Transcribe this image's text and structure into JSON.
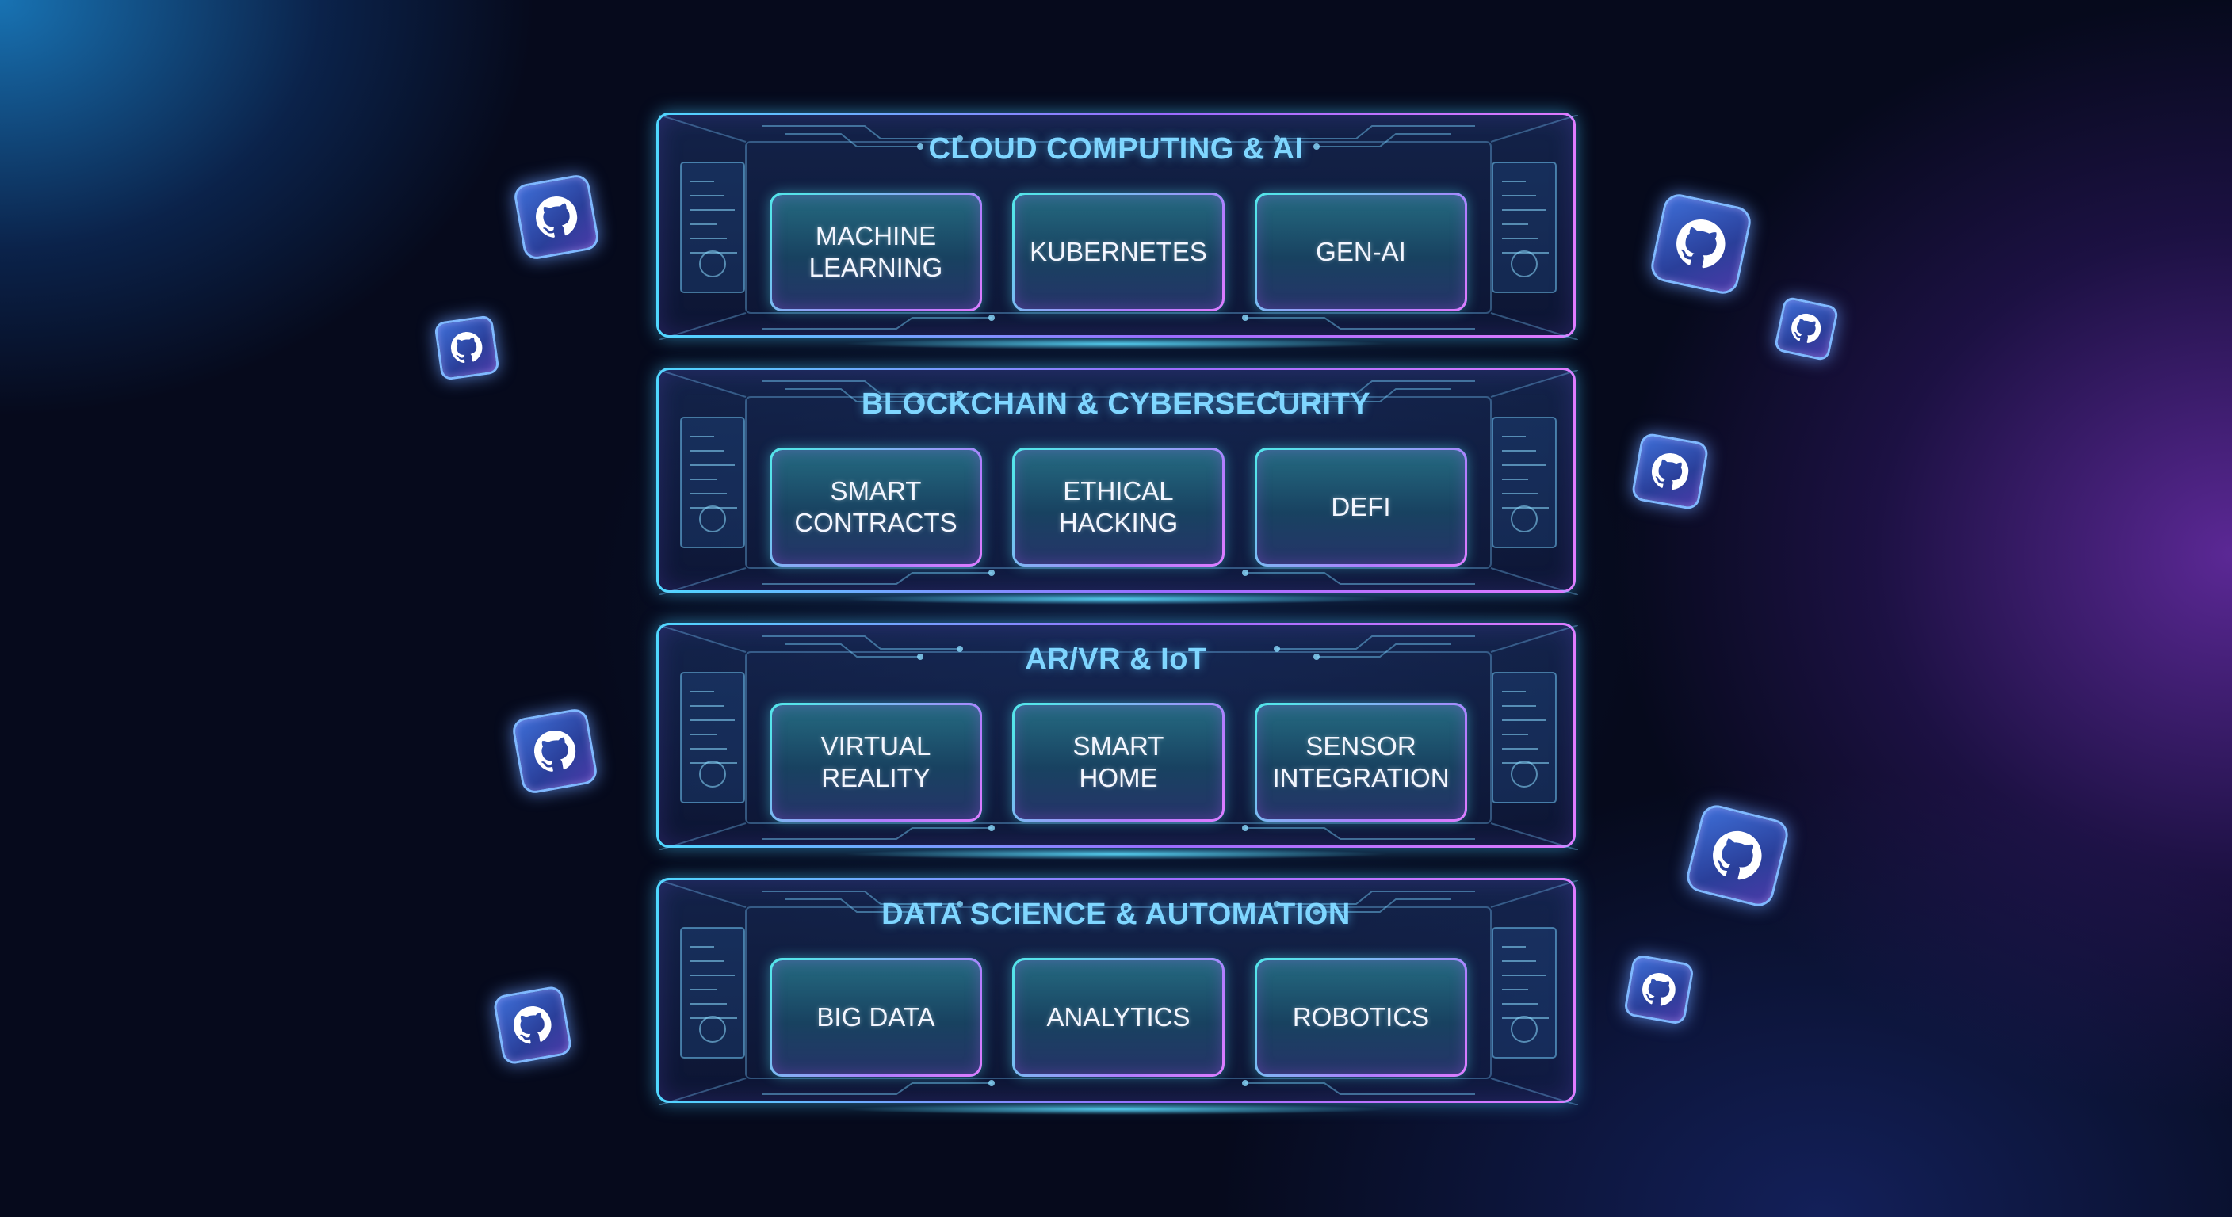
{
  "panels": [
    {
      "title": "CLOUD COMPUTING & AI",
      "cards": [
        {
          "label": "MACHINE\nLEARNING"
        },
        {
          "label": "KUBERNETES"
        },
        {
          "label": "GEN-AI"
        }
      ]
    },
    {
      "title": "BLOCKCHAIN & CYBERSECURITY",
      "cards": [
        {
          "label": "SMART\nCONTRACTS"
        },
        {
          "label": "ETHICAL\nHACKING"
        },
        {
          "label": "DEFI"
        }
      ]
    },
    {
      "title": "AR/VR & IoT",
      "cards": [
        {
          "label": "VIRTUAL\nREALITY"
        },
        {
          "label": "SMART\nHOME"
        },
        {
          "label": "SENSOR\nINTEGRATION"
        }
      ]
    },
    {
      "title": "DATA SCIENCE & AUTOMATION",
      "cards": [
        {
          "label": "BIG DATA"
        },
        {
          "label": "ANALYTICS"
        },
        {
          "label": "ROBOTICS"
        }
      ]
    }
  ],
  "badge_icon": "github-icon",
  "colors": {
    "accent_cyan": "#5ad2ff",
    "accent_purple": "#b27cff",
    "title_text": "#7fd6ff",
    "card_text": "#f3f6ff",
    "background": "#060a1c"
  }
}
